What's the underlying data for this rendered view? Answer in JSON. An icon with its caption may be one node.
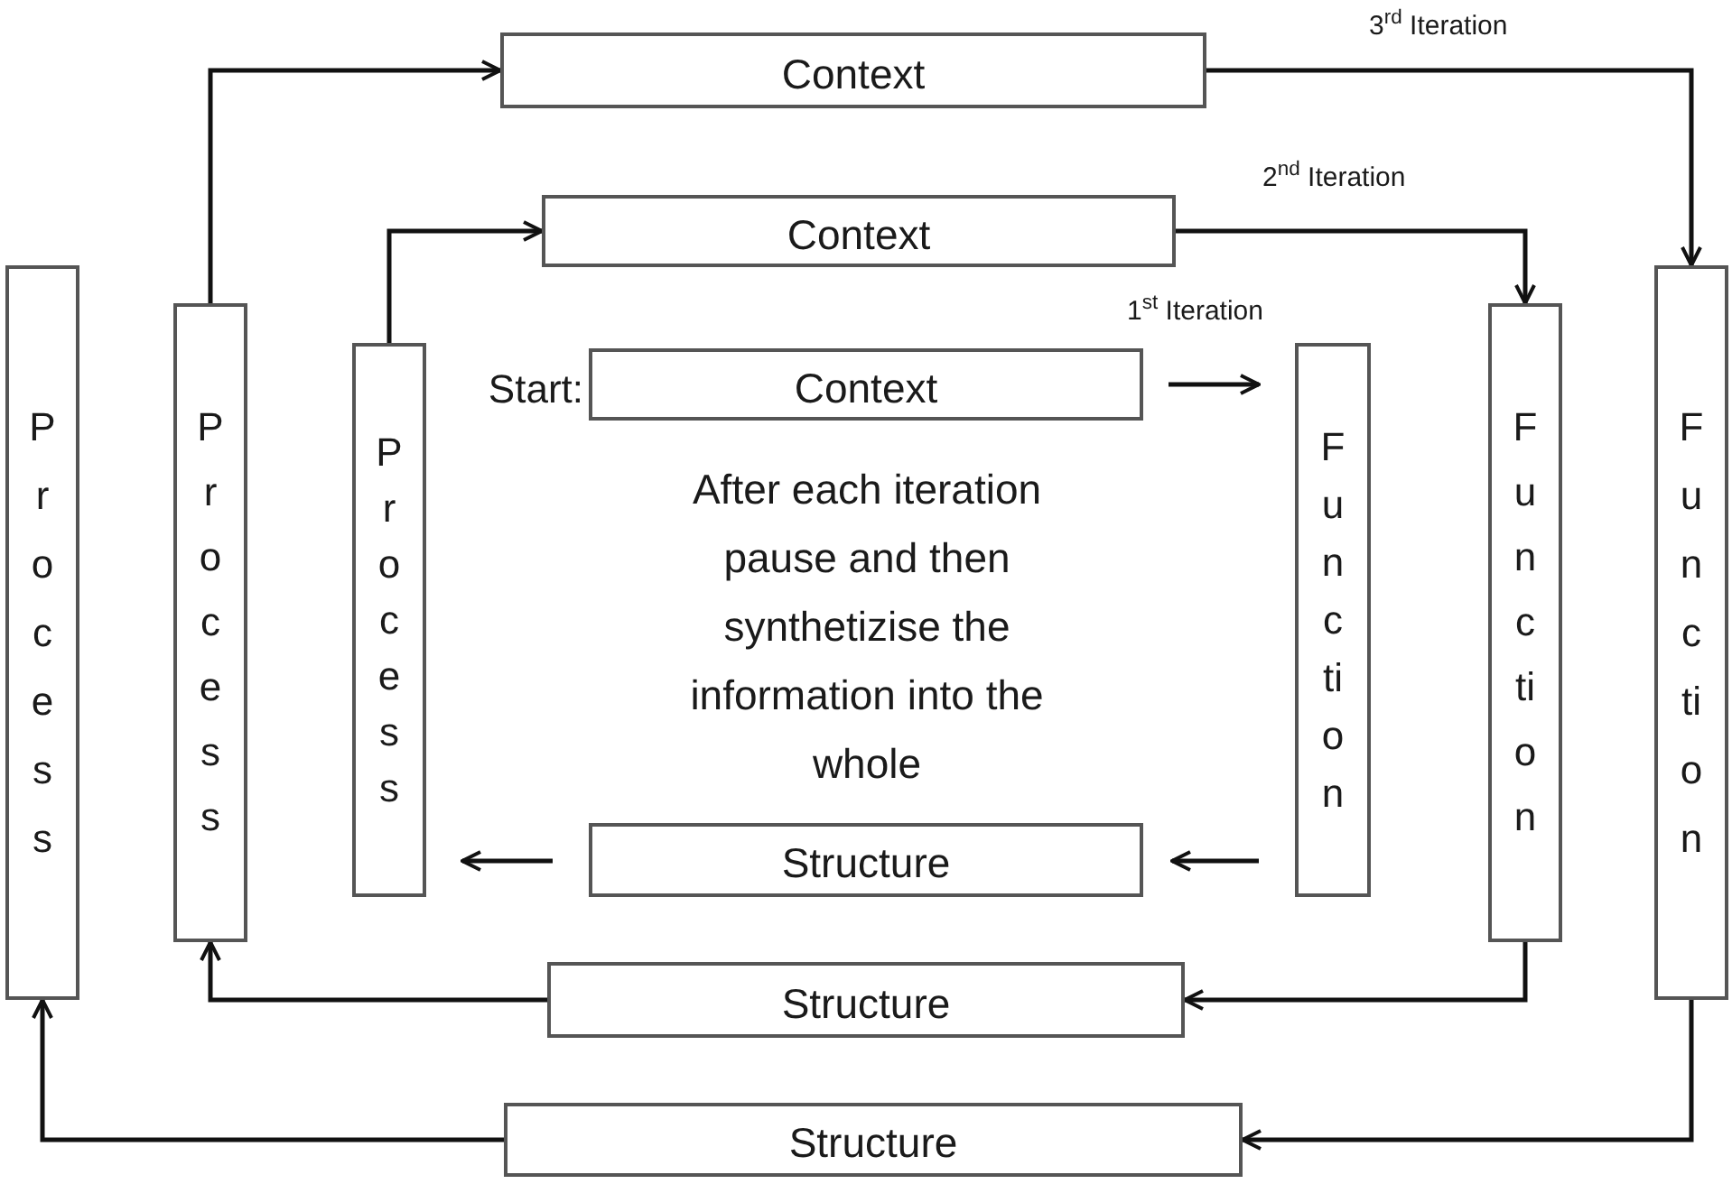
{
  "diagram": {
    "nodes": [
      {
        "text": [
          "Process"
        ]
      },
      {
        "text": [
          "Process"
        ]
      },
      {
        "text": [
          "Process"
        ]
      },
      {
        "text": [
          "Context"
        ]
      },
      {
        "text": [
          "Context"
        ]
      },
      {
        "text": [
          "Context"
        ],
        "beside": [
          "Start:"
        ]
      },
      {
        "text": [
          "Function"
        ]
      },
      {
        "text": [
          "Function"
        ]
      },
      {
        "text": [
          "Function"
        ]
      },
      {
        "text": [
          "Structure"
        ]
      },
      {
        "text": [
          "Structure"
        ]
      },
      {
        "text": [
          "Structure"
        ]
      }
    ],
    "edges": [
      {
        "from": 5,
        "to": 6,
        "arrow": "to",
        "label": "1$^{st}$ Iteration"
      },
      {
        "from": 6,
        "to": 9,
        "arrow": "to"
      },
      {
        "from": 9,
        "to": 2,
        "arrow": "to"
      },
      {
        "from": 2,
        "to": 4,
        "arrow": "to"
      },
      {
        "from": 4,
        "to": 7,
        "arrow": "to",
        "label": "2$^{nd}$ Iteration"
      },
      {
        "from": 7,
        "to": 10,
        "arrow": "to"
      },
      {
        "from": 10,
        "to": 1,
        "arrow": "to"
      },
      {
        "from": 1,
        "to": 3,
        "arrow": "to"
      },
      {
        "from": 3,
        "to": 8,
        "arrow": "to",
        "label": "3$^{rd}$ Iteration"
      },
      {
        "from": 8,
        "to": 11,
        "arrow": "to"
      },
      {
        "from": 11,
        "to": 0,
        "arrow": "to"
      }
    ],
    "labels": [
      "After each iteration pause and then synthetizise the information into the whole"
    ]
  }
}
